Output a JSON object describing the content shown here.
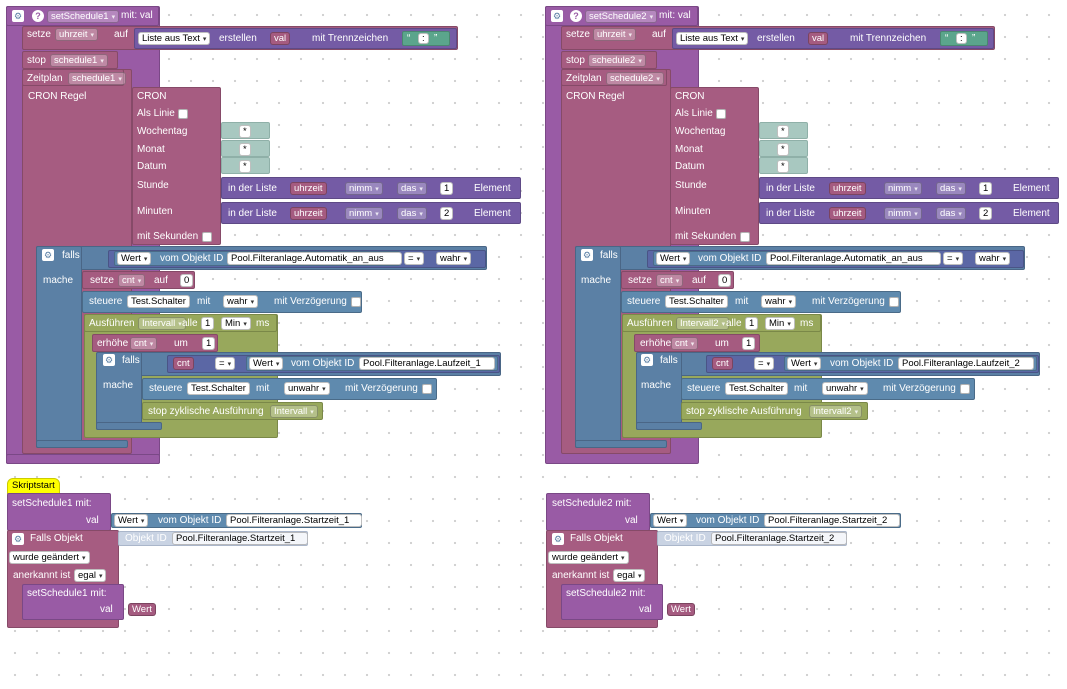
{
  "proc": {
    "name1": "setSchedule1",
    "name2": "setSchedule2",
    "with_param": "mit: val",
    "mit": "mit:",
    "val": "val"
  },
  "setze": "setze",
  "uhrzeit": "uhrzeit",
  "auf": "auf",
  "liste_aus_text": "Liste aus Text",
  "erstellen": "erstellen",
  "mit_trennzeichen": "mit Trennzeichen",
  "separator": ":",
  "stop": "stop",
  "schedule1": "schedule1",
  "schedule2": "schedule2",
  "zeitplan": "Zeitplan",
  "cron_regel": "CRON Regel",
  "cron": "CRON",
  "als_linie": "Als Linie",
  "wochentag": "Wochentag",
  "monat": "Monat",
  "datum": "Datum",
  "stunde": "Stunde",
  "minuten": "Minuten",
  "mit_sekunden": "mit Sekunden",
  "star": "*",
  "in_der_liste": "in der Liste",
  "nimm": "nimm",
  "das": "das",
  "element": "Element",
  "idx1": "1",
  "idx2": "2",
  "falls": "falls",
  "mache": "mache",
  "wert": "Wert",
  "vom_objekt_id": "vom Objekt ID",
  "obj_automatik": "Pool.Filteranlage.Automatik_an_aus",
  "eq": "=",
  "wahr": "wahr",
  "unwahr": "unwahr",
  "cnt": "cnt",
  "zero": "0",
  "steuere": "steuere",
  "test_schalter": "Test.Schalter",
  "mit": "mit",
  "mit_verzoegerung": "mit Verzögerung",
  "ausfuehren": "Ausführen",
  "intervall1": "Intervall",
  "intervall2": "Intervall2",
  "alle": "alle",
  "min": "Min",
  "ms": "ms",
  "erhoehe": "erhöhe",
  "um": "um",
  "obj_laufzeit1": "Pool.Filteranlage.Laufzeit_1",
  "obj_laufzeit2": "Pool.Filteranlage.Laufzeit_2",
  "stop_zyklisch": "stop zyklische Ausführung",
  "skriptstart": "Skriptstart",
  "obj_startzeit1": "Pool.Filteranlage.Startzeit_1",
  "obj_startzeit2": "Pool.Filteranlage.Startzeit_2",
  "falls_objekt": "Falls Objekt",
  "objekt_id": "Objekt ID",
  "wurde_geaendert": "wurde geändert",
  "anerkannt_ist": "anerkannt ist",
  "egal": "egal",
  "colors": {
    "procedure": "#995ba5",
    "variable": "#a55b80",
    "control": "#5b80a5",
    "timer": "#98a85c",
    "text": "#5ba58c",
    "list": "#745ba5",
    "hat": "#ffff00"
  },
  "icons": {
    "gear": "gear-icon",
    "help": "help-icon",
    "dropdown": "dropdown-arrow-icon"
  }
}
